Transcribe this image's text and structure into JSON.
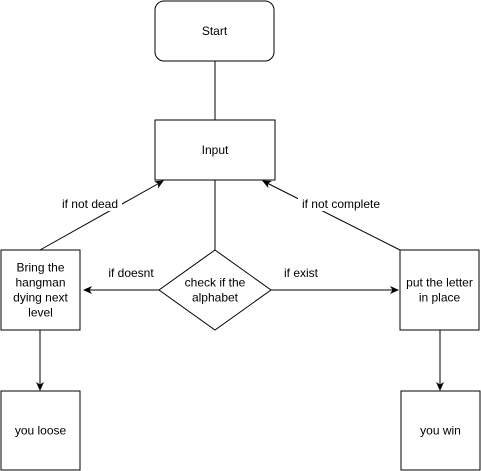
{
  "nodes": {
    "start": {
      "label": [
        "Start"
      ]
    },
    "input": {
      "label": [
        "Input"
      ]
    },
    "check": {
      "label": [
        "check if the",
        "alphabet"
      ]
    },
    "bring": {
      "label": [
        "Bring the",
        "hangman",
        "dying next",
        "level"
      ]
    },
    "put": {
      "label": [
        "put the letter",
        "in place"
      ]
    },
    "loose": {
      "label": [
        "you loose"
      ]
    },
    "win": {
      "label": [
        "you win"
      ]
    }
  },
  "edges": {
    "if_not_dead": "if not dead",
    "if_not_complete": "if not complete",
    "if_doesnt": "if doesnt",
    "if_exist": "if exist"
  },
  "colors": {
    "stroke": "#000000",
    "fill": "#ffffff",
    "text": "#000000"
  }
}
